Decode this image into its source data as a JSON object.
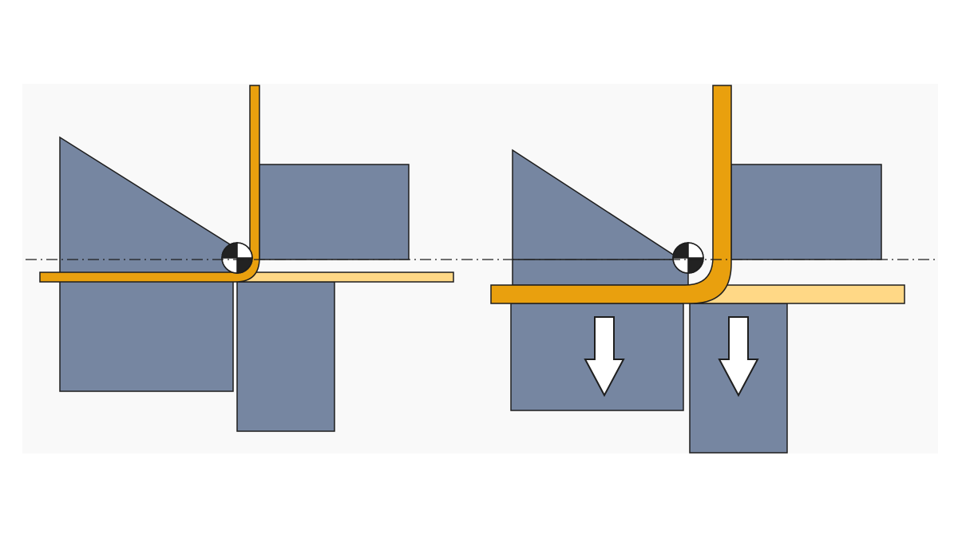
{
  "diagram": {
    "colors": {
      "tool": "#7686a1",
      "sheet_bent": "#e9a00e",
      "sheet_flat": "#ffd886",
      "outline": "#1e1e1e",
      "panel": "#f9f9f9"
    },
    "panels": [
      {
        "name": "before-pressing",
        "arrows": 0
      },
      {
        "name": "during-pressing",
        "arrows": 2
      }
    ]
  }
}
